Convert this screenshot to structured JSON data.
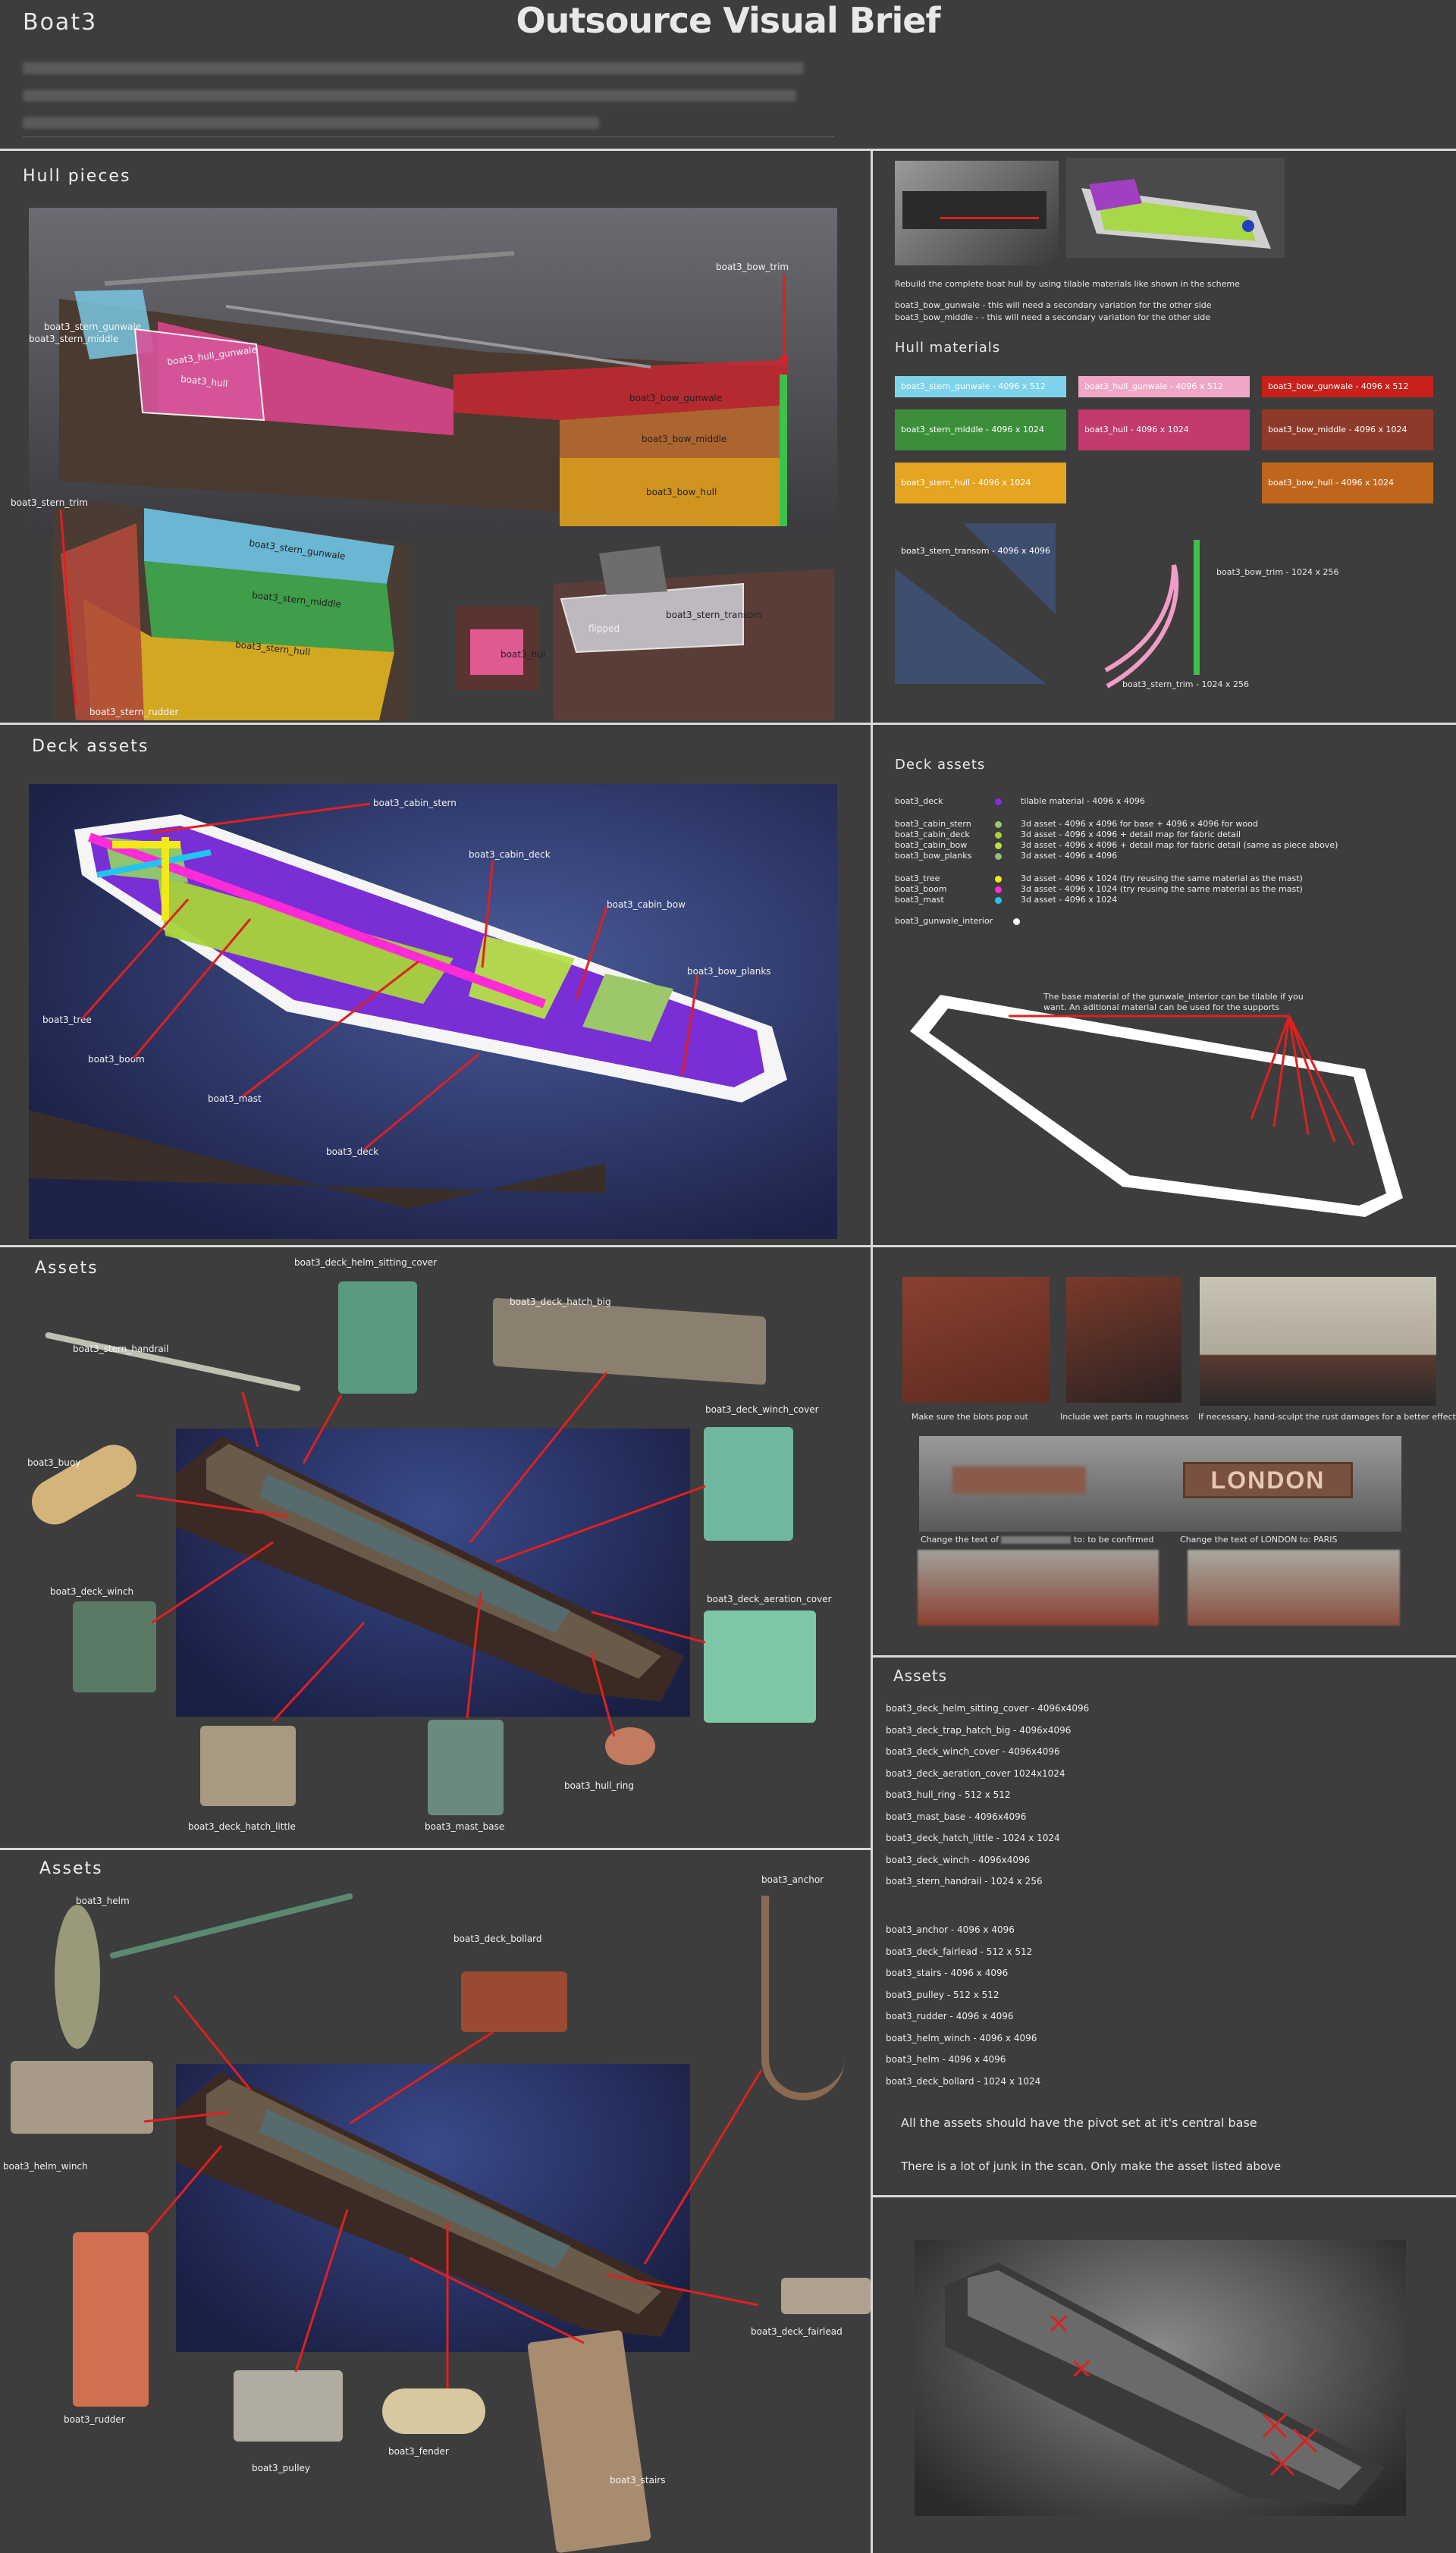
{
  "header": {
    "project": "Boat3",
    "title": "Outsource Visual Brief"
  },
  "hull": {
    "section_title": "Hull pieces",
    "labels": {
      "bow_trim": "boat3_bow_trim",
      "stern_gunwale_top": "boat3_stern_gunwale",
      "stern_middle_top": "boat3_stern_middle",
      "hull_gunwale": "boat3_hull_gunwale",
      "hull": "boat3_hull",
      "bow_gunwale": "boat3_bow_gunwale",
      "bow_middle": "boat3_bow_middle",
      "bow_hull": "boat3_bow_hull",
      "stern_trim": "boat3_stern_trim",
      "stern_gunwale": "boat3_stern_gunwale",
      "stern_middle": "boat3_stern_middle",
      "stern_hull": "boat3_stern_hull",
      "stern_rudder": "boat3_stern_rudder",
      "hull_small": "boat3_hul",
      "flipped": "flipped",
      "stern_transom": "boat3_stern_transom"
    },
    "instruction": "Rebuild the complete boat hull by using tilable materials like shown in the scheme",
    "note_gunwale": "boat3_bow_gunwale - this will need a secondary variation for the other side",
    "note_middle": "boat3_bow_middle -  - this will need a secondary variation for the other side",
    "materials_title": "Hull materials",
    "materials": [
      {
        "label": "boat3_stern_gunwale - 4096 x 512",
        "color": "#7ed3ea"
      },
      {
        "label": "boat3_hull_gunwale - 4096 x 512",
        "color": "#f0a7c7"
      },
      {
        "label": "boat3_bow_gunwale - 4096 x 512",
        "color": "#c8211b"
      },
      {
        "label": "boat3_stern_middle - 4096 x 1024",
        "color": "#3c8f3a"
      },
      {
        "label": "boat3_hull - 4096 x 1024",
        "color": "#c23a6e"
      },
      {
        "label": "boat3_bow_middle - 4096 x 1024",
        "color": "#8e3a2a"
      },
      {
        "label": "boat3_stern_hull - 4096 x 1024",
        "color": "#e5a520"
      },
      {
        "label": "boat3_bow_hull - 4096 x 1024",
        "color": "#c0661c"
      }
    ],
    "transom": "boat3_stern_transom - 4096 x 4096",
    "bow_trim_size": "boat3_bow_trim - 1024 x 256",
    "stern_trim_size": "boat3_stern_trim - 1024 x 256"
  },
  "deck": {
    "section_title": "Deck assets",
    "labels": {
      "cabin_stern": "boat3_cabin_stern",
      "cabin_deck": "boat3_cabin_deck",
      "cabin_bow": "boat3_cabin_bow",
      "bow_planks": "boat3_bow_planks",
      "tree": "boat3_tree",
      "boom": "boat3_boom",
      "mast": "boat3_mast",
      "deck": "boat3_deck"
    },
    "list_title": "Deck assets",
    "rows": [
      {
        "name": "boat3_deck",
        "color": "#8a2be2",
        "desc": "tilable material - 4096 x 4096"
      },
      {
        "name": "boat3_cabin_stern",
        "color": "#9bc96a",
        "desc": "3d asset - 4096 x 4096 for base + 4096 x 4096 for wood"
      },
      {
        "name": "boat3_cabin_deck",
        "color": "#a4d23a",
        "desc": "3d asset - 4096 x 4096 + detail map for fabric detail"
      },
      {
        "name": "boat3_cabin_bow",
        "color": "#b9e04a",
        "desc": "3d asset - 4096 x 4096 + detail map for fabric detail (same as piece above)"
      },
      {
        "name": "boat3_bow_planks",
        "color": "#8fbf7a",
        "desc": "3d asset - 4096 x 4096"
      },
      {
        "name": "boat3_tree",
        "color": "#f2e81a",
        "desc": "3d asset - 4096 x  1024 (try reusing the same material as the mast)"
      },
      {
        "name": "boat3_boom",
        "color": "#ff2bd6",
        "desc": "3d asset - 4096 x  1024 (try reusing the same material as the mast)"
      },
      {
        "name": "boat3_mast",
        "color": "#23c4f0",
        "desc": "3d asset - 4096 x  1024"
      },
      {
        "name": "boat3_gunwale_interior",
        "color": "#ffffff",
        "desc": ""
      }
    ],
    "gunwale_note_1": "The base material of the gunwale_interior can be tilable if you",
    "gunwale_note_2": "want. An aditional material can be used for the supports"
  },
  "assets1": {
    "section_title": "Assets",
    "labels": {
      "helm_sitting_cover": "boat3_deck_helm_sitting_cover",
      "hatch_big": "boat3_deck_hatch_big",
      "stern_handrail": "boat3_stern_handrail",
      "winch_cover": "boat3_deck_winch_cover",
      "buoy": "boat3_buoy",
      "deck_winch": "boat3_deck_winch",
      "aeration_cover": "boat3_deck_aeration_cover",
      "hull_ring": "boat3_hull_ring",
      "hatch_little": "boat3_deck_hatch_little",
      "mast_base": "boat3_mast_base"
    }
  },
  "refs": {
    "captions": [
      "Make sure the blots pop out",
      "Include wet parts in roughness",
      "If necessary, hand-sculpt the rust damages for a better effect"
    ],
    "london": "LONDON",
    "change1_prefix": "Change the text of",
    "change1_suffix": "to: to be confirmed",
    "change2": "Change the text of LONDON to: PARIS"
  },
  "assets_list": {
    "section_title": "Assets",
    "items_a": [
      "boat3_deck_helm_sitting_cover - 4096x4096",
      "boat3_deck_trap_hatch_big - 4096x4096",
      "boat3_deck_winch_cover - 4096x4096",
      "boat3_deck_aeration_cover 1024x1024",
      "boat3_hull_ring - 512 x 512",
      "boat3_mast_base - 4096x4096",
      "boat3_deck_hatch_little - 1024 x 1024",
      "boat3_deck_winch - 4096x4096",
      "boat3_stern_handrail - 1024 x 256"
    ],
    "items_b": [
      "boat3_anchor - 4096 x 4096",
      "boat3_deck_fairlead - 512 x 512",
      "boat3_stairs - 4096 x 4096",
      "boat3_pulley - 512 x 512",
      "boat3_rudder - 4096 x 4096",
      "boat3_helm_winch - 4096 x 4096",
      "boat3_helm - 4096 x 4096",
      "boat3_deck_bollard - 1024 x 1024"
    ],
    "pivot_note": "All the assets should have the pivot set at it's central base",
    "junk_note": "There is a lot of junk in the scan. Only make the asset listed above"
  },
  "assets2": {
    "section_title": "Assets",
    "labels": {
      "helm": "boat3_helm",
      "anchor": "boat3_anchor",
      "deck_bollard": "boat3_deck_bollard",
      "helm_winch": "boat3_helm_winch",
      "deck_fairlead": "boat3_deck_fairlead",
      "rudder": "boat3_rudder",
      "fender": "boat3_fender",
      "pulley": "boat3_pulley",
      "stairs": "boat3_stairs"
    }
  }
}
